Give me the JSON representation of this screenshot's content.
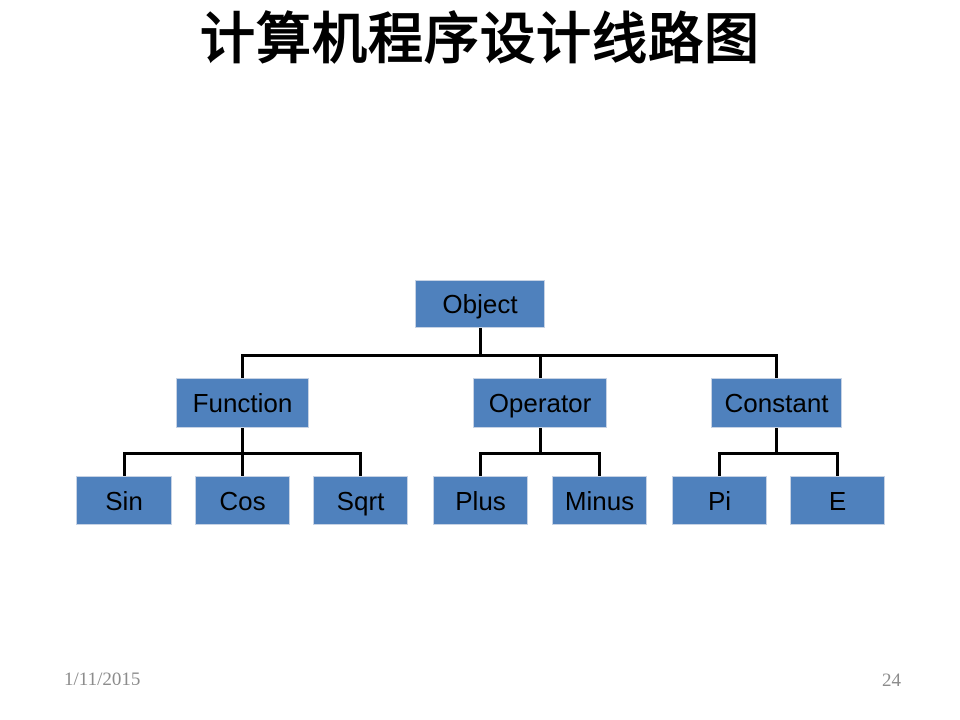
{
  "title": "计算机程序设计线路图",
  "footer": {
    "date": "1/11/2015",
    "page_number": "24"
  },
  "colors": {
    "background": "#FFFFFF",
    "node_fill": "#4F81BD",
    "node_border": "#C6D2E4",
    "node_text": "#000000",
    "connector": "#000000",
    "title_text": "#000000",
    "footer_text": "#8C8C8C"
  },
  "diagram": {
    "type": "tree",
    "root": {
      "id": "object",
      "label": "Object",
      "children": [
        {
          "id": "function",
          "label": "Function",
          "children": [
            {
              "id": "sin",
              "label": "Sin",
              "children": []
            },
            {
              "id": "cos",
              "label": "Cos",
              "children": []
            },
            {
              "id": "sqrt",
              "label": "Sqrt",
              "children": []
            }
          ]
        },
        {
          "id": "operator",
          "label": "Operator",
          "children": [
            {
              "id": "plus",
              "label": "Plus",
              "children": []
            },
            {
              "id": "minus",
              "label": "Minus",
              "children": []
            }
          ]
        },
        {
          "id": "constant",
          "label": "Constant",
          "children": [
            {
              "id": "pi",
              "label": "Pi",
              "children": []
            },
            {
              "id": "e",
              "label": "E",
              "children": []
            }
          ]
        }
      ]
    }
  }
}
